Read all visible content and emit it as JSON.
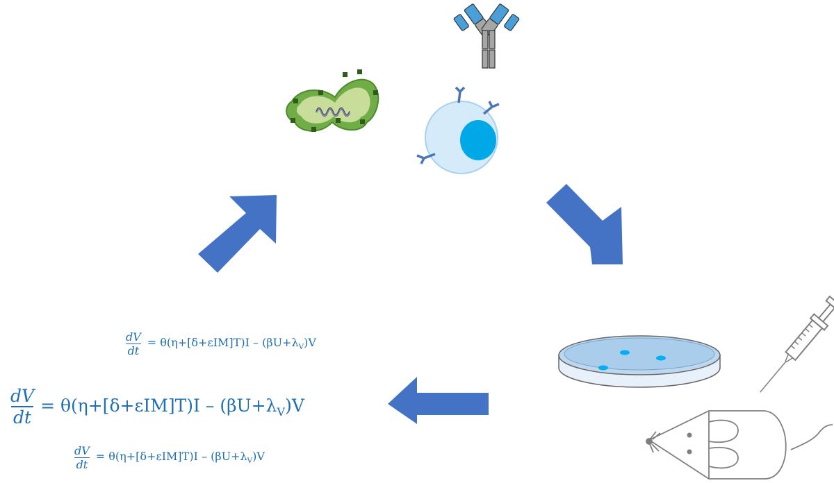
{
  "equations": [
    {
      "numerator": "dV",
      "denominator": "dt",
      "rhs_prefix": "= θ(η+[δ+εIM]T)I – (βU+λ",
      "subscript": "V",
      "rhs_suffix": ")V"
    },
    {
      "numerator": "dV",
      "denominator": "dt",
      "rhs_prefix": "= θ(η+[δ+εIM]T)I – (βU+λ",
      "subscript": "V",
      "rhs_suffix": ")V"
    },
    {
      "numerator": "dV",
      "denominator": "dt",
      "rhs_prefix": "= θ(η+[δ+εIM]T)I – (βU+λ",
      "subscript": "V",
      "rhs_suffix": ")V"
    }
  ],
  "colors": {
    "arrow": "#4472c4",
    "equation_text": "#1f6fb2",
    "bacterium_outer": "#70ad47",
    "bacterium_inner": "#c9dd9a",
    "antibody_tip": "#4a9fd8",
    "antibody_body": "#a6a6a6",
    "cell_membrane": "#d6ebfa",
    "cell_nucleus": "#00a8e8",
    "petri_dish": "#bdd7ee",
    "colony": "#00b0f0",
    "line_drawing": "#7f7f7f"
  },
  "icons": [
    "bacterium-icon",
    "antibody-icon",
    "b-cell-icon",
    "petri-dish-icon",
    "syringe-icon",
    "mouse-icon"
  ]
}
